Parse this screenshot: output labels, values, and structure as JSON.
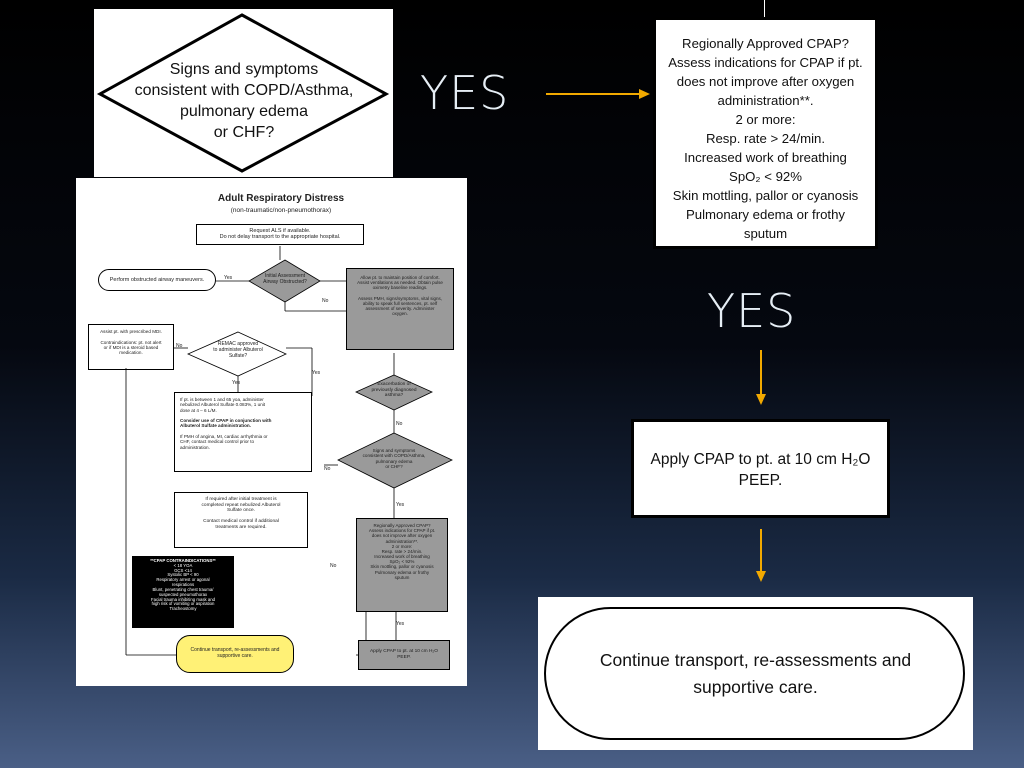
{
  "slide": {
    "yes_label_1": "YES",
    "yes_label_2": "YES",
    "colors": {
      "arrow": "#f2a900",
      "background_top": "#000000",
      "background_bottom": "#4a5f86",
      "highlight": "#fff176",
      "gray_box": "#9a9a9a"
    }
  },
  "decision_diamond": {
    "lines": [
      "Signs and symptoms",
      "consistent with COPD/Asthma,",
      "pulmonary edema",
      "or CHF?"
    ]
  },
  "cpap_box": {
    "lines": [
      "Regionally Approved CPAP?",
      "Assess indications for CPAP if pt.",
      "does not improve after oxygen",
      "administration**.",
      "2 or more:",
      "Resp. rate > 24/min.",
      "Increased work of breathing",
      "SpO₂ < 92%",
      "Skin mottling, pallor or cyanosis",
      "Pulmonary edema or frothy",
      "sputum"
    ]
  },
  "apply_box": {
    "lines": [
      "Apply CPAP to pt. at 10 cm H₂O",
      "PEEP."
    ]
  },
  "continue_box": {
    "lines": [
      "Continue transport, re-assessments and",
      "supportive care."
    ]
  },
  "thumbnail": {
    "title": "Adult Respiratory Distress",
    "subtitle": "(non-traumatic/non-pneumothorax)",
    "request_als": [
      "Request ALS if available.",
      "Do not delay transport to the appropriate hospital."
    ],
    "obstructed_airway": "Perform obstructed airway maneuvers.",
    "initial_assessment": [
      "Initial Assessment",
      "Airway Obstructed?"
    ],
    "gray_top": [
      "Allow pt. to maintain position of comfort.",
      "Assist ventilations as needed. Obtain pulse",
      "oximetry baseline readings.",
      "",
      "Assess PMH, signs/symptoms, vital signs,",
      "ability to speak full sentences, pt. self",
      "assessment of severity. Administer",
      "oxygen."
    ],
    "assist_mdi": [
      "Assist pt. with prescribed MDI.",
      "",
      "Contraindications: pt. not alert",
      "or if MDI is a steroid based",
      "medication."
    ],
    "rehmac_diamond": [
      "REMAC approved",
      "to administer Albuterol",
      "Sulfate?"
    ],
    "albuterol_box": [
      "If pt. is between 1 and 65 yoa, administer",
      "nebulized Albuterol Sulfate 0.083%, 1 unit",
      "dose at 4 – 6 L/M.",
      "",
      "Consider use of CPAP in conjunction with",
      "Albuterol Sulfate administration.",
      "",
      "If PMH of angina, MI, cardiac arrhythmia or",
      "CHF, contact medical control prior to",
      "administration."
    ],
    "exacerbation_diamond": [
      "Exacerbation of",
      "previously diagnosed",
      "asthma?"
    ],
    "signs_diamond": [
      "Signs and symptoms",
      "consistent with COPD/Asthma,",
      "pulmonary edema",
      "or CHF?"
    ],
    "repeat_box": [
      "If required after initial treatment is",
      "completed repeat nebulized Albuterol",
      "Sulfate once.",
      "",
      "Contact medical control if additional",
      "treatments are required."
    ],
    "cpap_mini": [
      "Regionally Approved CPAP?",
      "Assess indications for CPAP if pt.",
      "does not improve after oxygen",
      "administration**.",
      "2 or more:",
      "Resp. rate > 24/min.",
      "Increased work of breathing",
      "SpO₂ < 92%",
      "Skin mottling, pallor or cyanosis",
      "Pulmonary edema or frothy",
      "sputum"
    ],
    "contra_title": "**CPAP CONTRAINDICATIONS**",
    "contra_lines": [
      "< 18 YOA",
      "GCS <14",
      "Systolic BP < 90",
      "Respiratory arrest or agonal",
      "respirations",
      "Blunt, penetrating chest trauma/",
      "suspected pneumothorax",
      "Facial trauma inhibiting mask and",
      "high risk of vomiting or aspiration",
      "Tracheostomy"
    ],
    "continue_mini": [
      "Continue transport, re-assessments and",
      "supportive care."
    ],
    "apply_mini": [
      "Apply CPAP to pt. at 10 cm H₂O",
      "PEEP."
    ],
    "yes": "Yes",
    "no": "No"
  }
}
